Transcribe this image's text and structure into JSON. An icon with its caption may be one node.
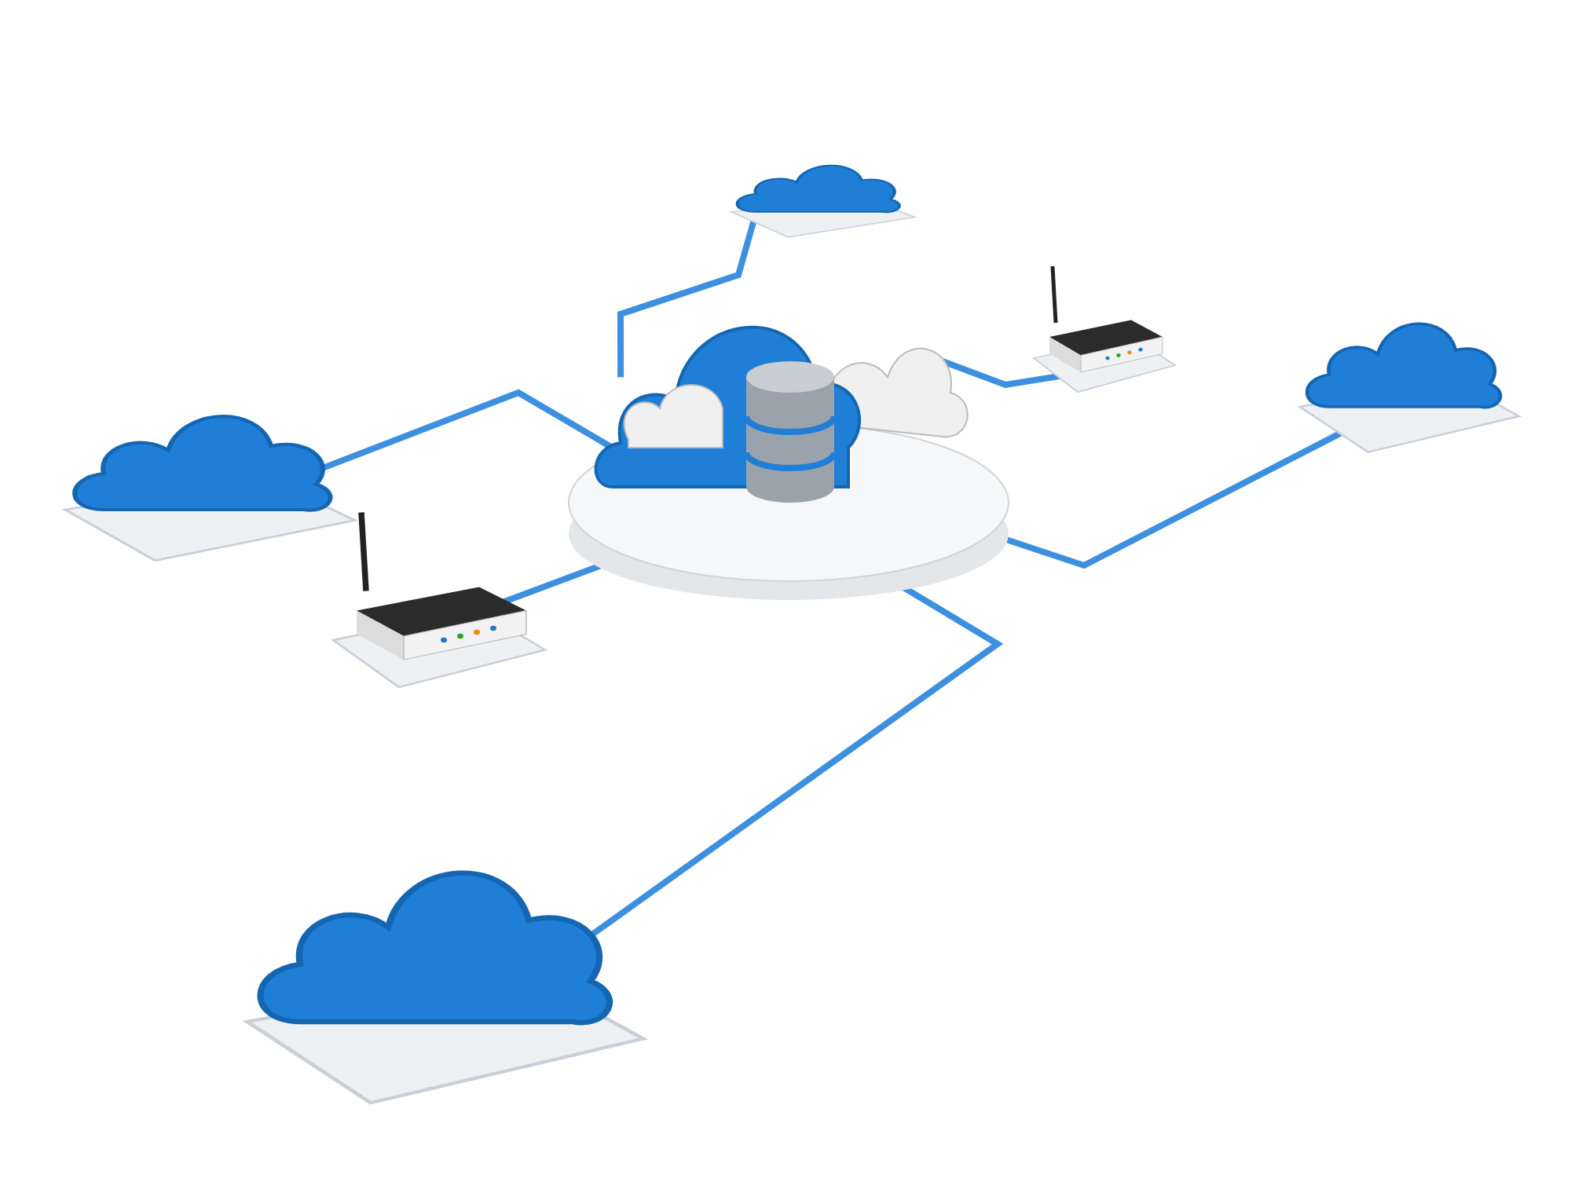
{
  "diagram": {
    "nodes": [
      {
        "text": [],
        "shape": "cloud"
      },
      {
        "text": [],
        "shape": "picture"
      },
      {
        "text": [],
        "shape": "picture"
      },
      {
        "text": [],
        "shape": "cloud"
      },
      {
        "text": [],
        "shape": "cloud"
      },
      {
        "text": [],
        "shape": "picture"
      },
      {
        "text": [],
        "shape": "cloud"
      }
    ],
    "edges": [
      {
        "from": 2,
        "to": 0,
        "arrow": "none"
      },
      {
        "from": 2,
        "to": 1,
        "arrow": "none"
      },
      {
        "from": 2,
        "to": 3,
        "arrow": "none"
      },
      {
        "from": 2,
        "to": 4,
        "arrow": "none"
      },
      {
        "from": 2,
        "to": 5,
        "arrow": "none"
      },
      {
        "from": 2,
        "to": 6,
        "arrow": "none"
      }
    ]
  }
}
